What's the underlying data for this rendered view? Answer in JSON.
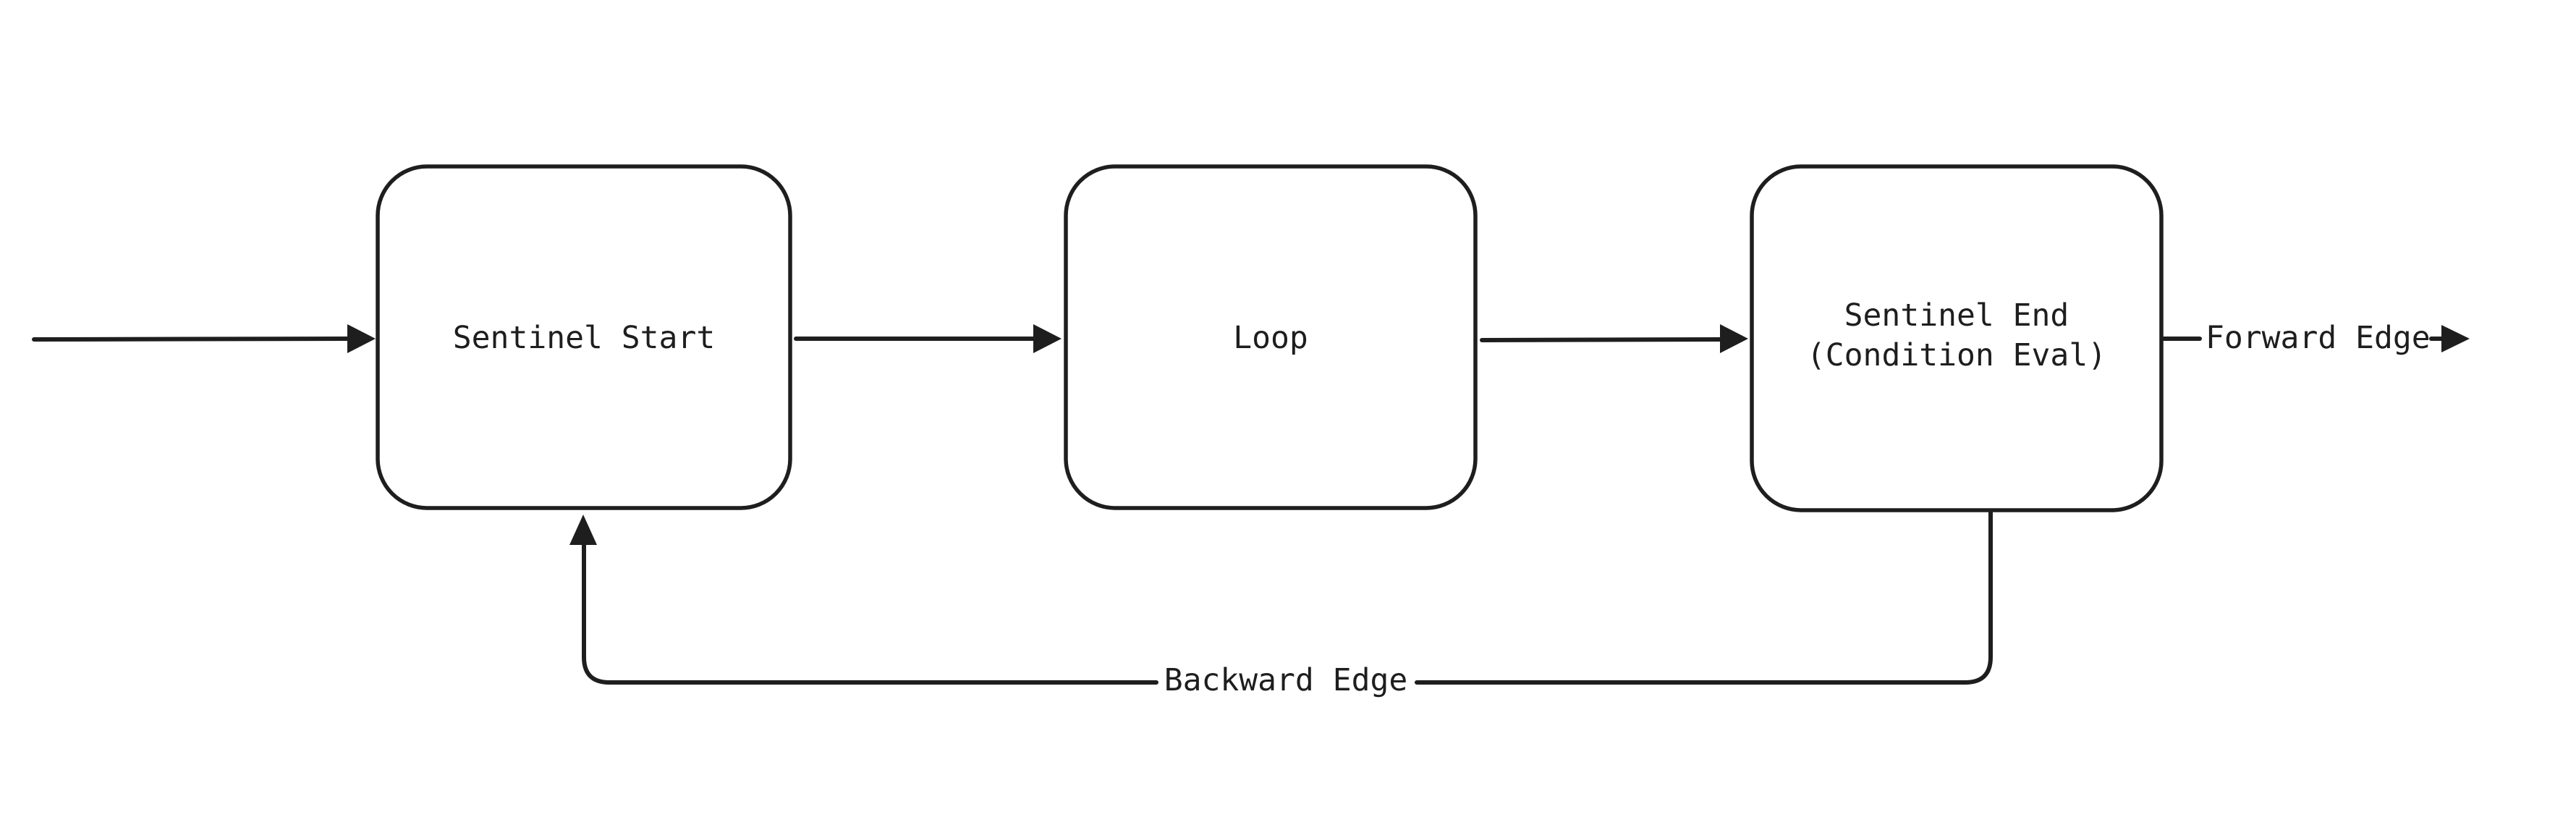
{
  "diagram": {
    "background": "#ffffff",
    "stroke": "#1e1e1e",
    "nodes": [
      {
        "id": "sentinel-start",
        "label": "Sentinel Start"
      },
      {
        "id": "loop",
        "label": "Loop"
      },
      {
        "id": "sentinel-end",
        "label_line1": "Sentinel End",
        "label_line2": "(Condition Eval)"
      }
    ],
    "edges": {
      "forward_label": "Forward Edge",
      "backward_label": "Backward Edge"
    }
  }
}
